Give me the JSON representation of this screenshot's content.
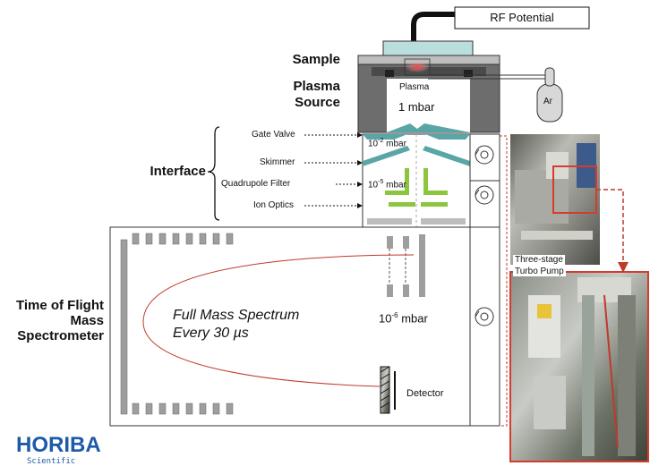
{
  "rf_label": "RF Potential",
  "sample_label": "Sample",
  "plasma_source_label_line1": "Plasma",
  "plasma_source_label_line2": "Source",
  "plasma_inner_label": "Plasma",
  "pressure_source": "1 mbar",
  "argon_label": "Ar",
  "interface_label": "Interface",
  "interface_parts": [
    "Gate Valve",
    "Skimmer",
    "Quadrupole Filter",
    "Ion Optics"
  ],
  "pressure_interface_1": {
    "base": "10",
    "exp": "-2",
    "unit": " mbar"
  },
  "pressure_interface_2": {
    "base": "10",
    "exp": "-5",
    "unit": " mbar"
  },
  "pressure_tof": {
    "base": "10",
    "exp": "-6",
    "unit": " mbar"
  },
  "tof_label": [
    "Time of Flight",
    "Mass",
    "Spectrometer"
  ],
  "spectrum_text": [
    "Full Mass Spectrum",
    "Every 30 µs"
  ],
  "detector_label": "Detector",
  "pump_label": [
    "Three-stage",
    "Turbo Pump"
  ],
  "logo_text": "HORIBA",
  "logo_sub": "Scientific",
  "colors": {
    "teal": "#5aa6a6",
    "green": "#8cc63f",
    "red": "#c0392b",
    "logo_blue": "#1e5aa8",
    "housing": "#6d6d6d"
  }
}
